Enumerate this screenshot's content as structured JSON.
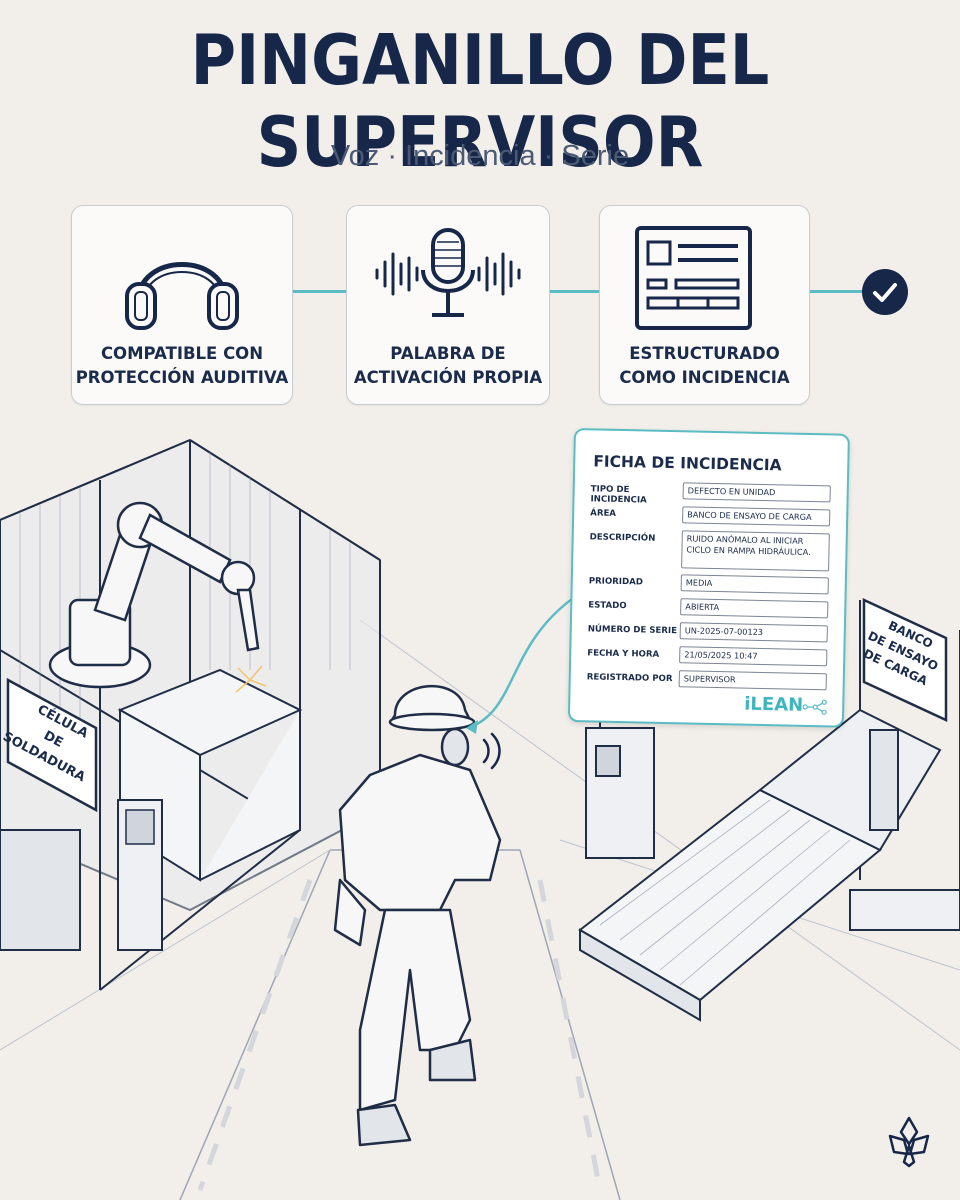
{
  "header": {
    "title": "PINGANILLO DEL SUPERVISOR",
    "subtitle": "Voz · Incidencia · Serie"
  },
  "features": [
    {
      "icon": "headphones-icon",
      "line1": "COMPATIBLE CON",
      "line2": "PROTECCIÓN AUDITIVA"
    },
    {
      "icon": "microphone-icon",
      "line1": "PALABRA DE",
      "line2": "ACTIVACIÓN PROPIA"
    },
    {
      "icon": "form-icon",
      "line1": "ESTRUCTURADO",
      "line2": "COMO INCIDENCIA"
    }
  ],
  "status_icon": "checkmark-icon",
  "signs": {
    "left_line1": "CÉLULA",
    "left_line2": "DE SOLDADURA",
    "right_line1": "BANCO",
    "right_line2": "DE ENSAYO",
    "right_line3": "DE CARGA"
  },
  "ficha": {
    "title": "FICHA DE INCIDENCIA",
    "fields": [
      {
        "label": "TIPO DE INCIDENCIA",
        "value": "DEFECTO EN UNIDAD"
      },
      {
        "label": "ÁREA",
        "value": "BANCO DE ENSAYO DE CARGA"
      },
      {
        "label": "DESCRIPCIÓN",
        "value": "RUIDO ANÓMALO AL INICIAR CICLO EN RAMPA HIDRÁULICA."
      },
      {
        "label": "PRIORIDAD",
        "value": "MEDIA"
      },
      {
        "label": "ESTADO",
        "value": "ABIERTA"
      },
      {
        "label": "NÚMERO DE SERIE",
        "value": "UN-2025-07-00123"
      },
      {
        "label": "FECHA Y HORA",
        "value": "21/05/2025 10:47"
      },
      {
        "label": "REGISTRADO POR",
        "value": "SUPERVISOR"
      }
    ],
    "brand": "iLEAN"
  },
  "colors": {
    "navy": "#16274a",
    "accent": "#5bbcc4",
    "background": "#f2efea"
  }
}
